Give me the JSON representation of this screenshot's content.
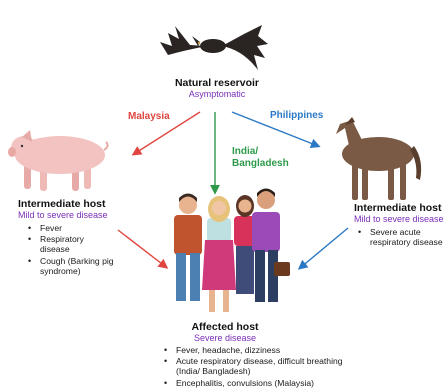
{
  "colors": {
    "purple": "#7a2fb8",
    "malaysia": "#e0463f",
    "philippines": "#2b79c5",
    "india": "#2e9a4a",
    "pig": "#f2c3c0",
    "horse": "#7a5a45",
    "bat": "#2a2522"
  },
  "icons": {
    "bat": "fruit-bat-icon",
    "pig": "pig-icon",
    "horse": "horse-icon",
    "people": "people-group-icon"
  },
  "reservoir": {
    "title": "Natural reservoir",
    "subtitle": "Asymptomatic"
  },
  "routes": {
    "malaysia": "Malaysia",
    "philippines": "Philippines",
    "india_line1": "India/",
    "india_line2": "Bangladesh"
  },
  "pig_host": {
    "title": "Intermediate host",
    "subtitle": "Mild to severe disease",
    "symptoms": [
      "Fever",
      "Respiratory disease",
      "Cough (Barking pig syndrome)"
    ]
  },
  "horse_host": {
    "title": "Intermediate host",
    "subtitle": "Mild to severe disease",
    "symptoms": [
      "Severe acute respiratory disease"
    ]
  },
  "affected": {
    "title": "Affected host",
    "subtitle": "Severe disease",
    "symptoms": [
      "Fever, headache, dizziness",
      "Acute respiratory disease, difficult breathing (India/ Bangladesh)",
      "Encephalitis, convulsions (Malaysia)"
    ]
  }
}
